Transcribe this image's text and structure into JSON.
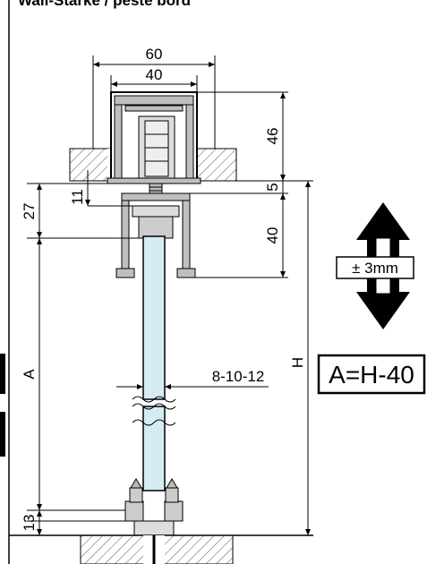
{
  "caption": "Wall-Stärke / peste bord",
  "dimensions": {
    "top_width_outer": "60",
    "top_width_inner": "40",
    "ceiling_height": "46",
    "gap": "5",
    "screw_len": "11",
    "carrier_h": "27",
    "profile_h": "40",
    "glass_thickness": "8-10-12",
    "A_label": "A",
    "H_label": "H",
    "bottom": "13"
  },
  "adjust_label": "± 3mm",
  "formula": "A=H-40",
  "colors": {
    "glass": "#d6ecf3",
    "profile": "#bfbfbf",
    "hatch": "#555555"
  }
}
